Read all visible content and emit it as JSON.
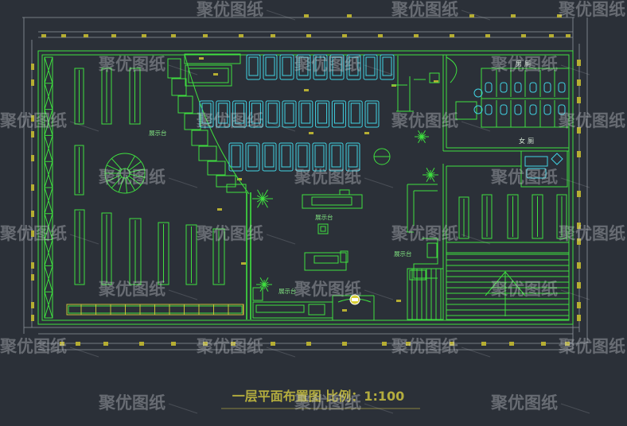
{
  "title": "一层平面布置图 比例：1:100",
  "watermark": "聚优图纸",
  "rooms": {
    "mens_toilet": "男厕",
    "womens_toilet": "女厕"
  },
  "labels": {
    "display_table": "展示台"
  },
  "colors": {
    "background": "#2b3038",
    "wall_lines": "#3fe03f",
    "furniture_lines": "#40d4e4",
    "dimension_marks": "#b6ae32",
    "title_text": "#b3ac3e",
    "watermark": "#d2d6db"
  }
}
